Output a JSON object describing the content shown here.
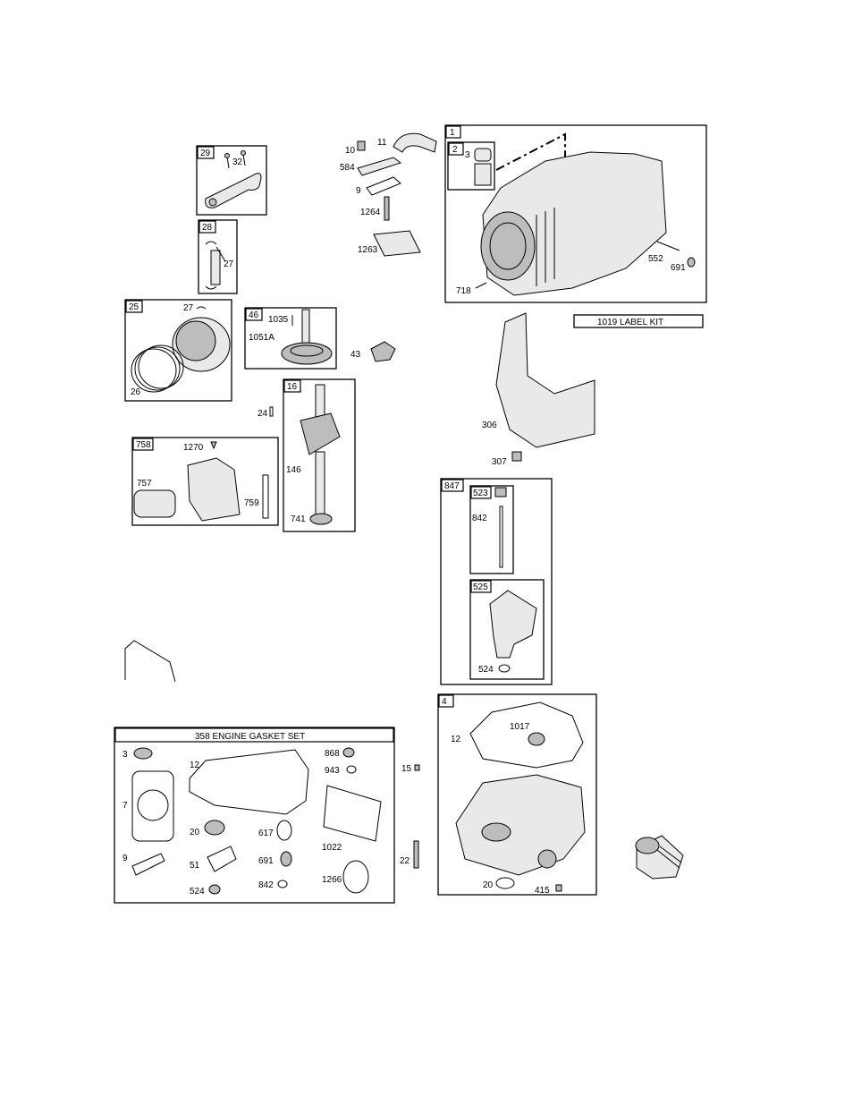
{
  "groups": {
    "g1": "1",
    "g2": "2",
    "g4": "4",
    "g16": "16",
    "g25": "25",
    "g28": "28",
    "g29": "29",
    "g46": "46",
    "g523": "523",
    "g525": "525",
    "g758": "758",
    "g847": "847"
  },
  "headers": {
    "label_kit": "1019 LABEL KIT",
    "gasket_set": "358 ENGINE GASKET SET"
  },
  "labels": {
    "p10": "10",
    "p11": "11",
    "p584": "584",
    "p9": "9",
    "p1264": "1264",
    "p1263": "1263",
    "p3_cyl": "3",
    "p552": "552",
    "p691_cyl": "691",
    "p718": "718",
    "p32": "32",
    "p27_pin": "27",
    "p27_piston": "27",
    "p26": "26",
    "p1035": "1035",
    "p1051a": "1051A",
    "p43": "43",
    "p24": "24",
    "p146": "146",
    "p741": "741",
    "p1270": "1270",
    "p757": "757",
    "p759": "759",
    "p306": "306",
    "p307": "307",
    "p842_dip": "842",
    "p524_tube": "524",
    "p12_sump": "12",
    "p1017": "1017",
    "p22": "22",
    "p20_sump": "20",
    "p415": "415",
    "p15": "15",
    "gs3": "3",
    "gs7": "7",
    "gs9": "9",
    "gs12": "12",
    "gs20": "20",
    "gs51": "51",
    "gs524": "524",
    "gs617": "617",
    "gs691": "691",
    "gs842": "842",
    "gs868": "868",
    "gs943": "943",
    "gs1022": "1022",
    "gs1266": "1266"
  }
}
